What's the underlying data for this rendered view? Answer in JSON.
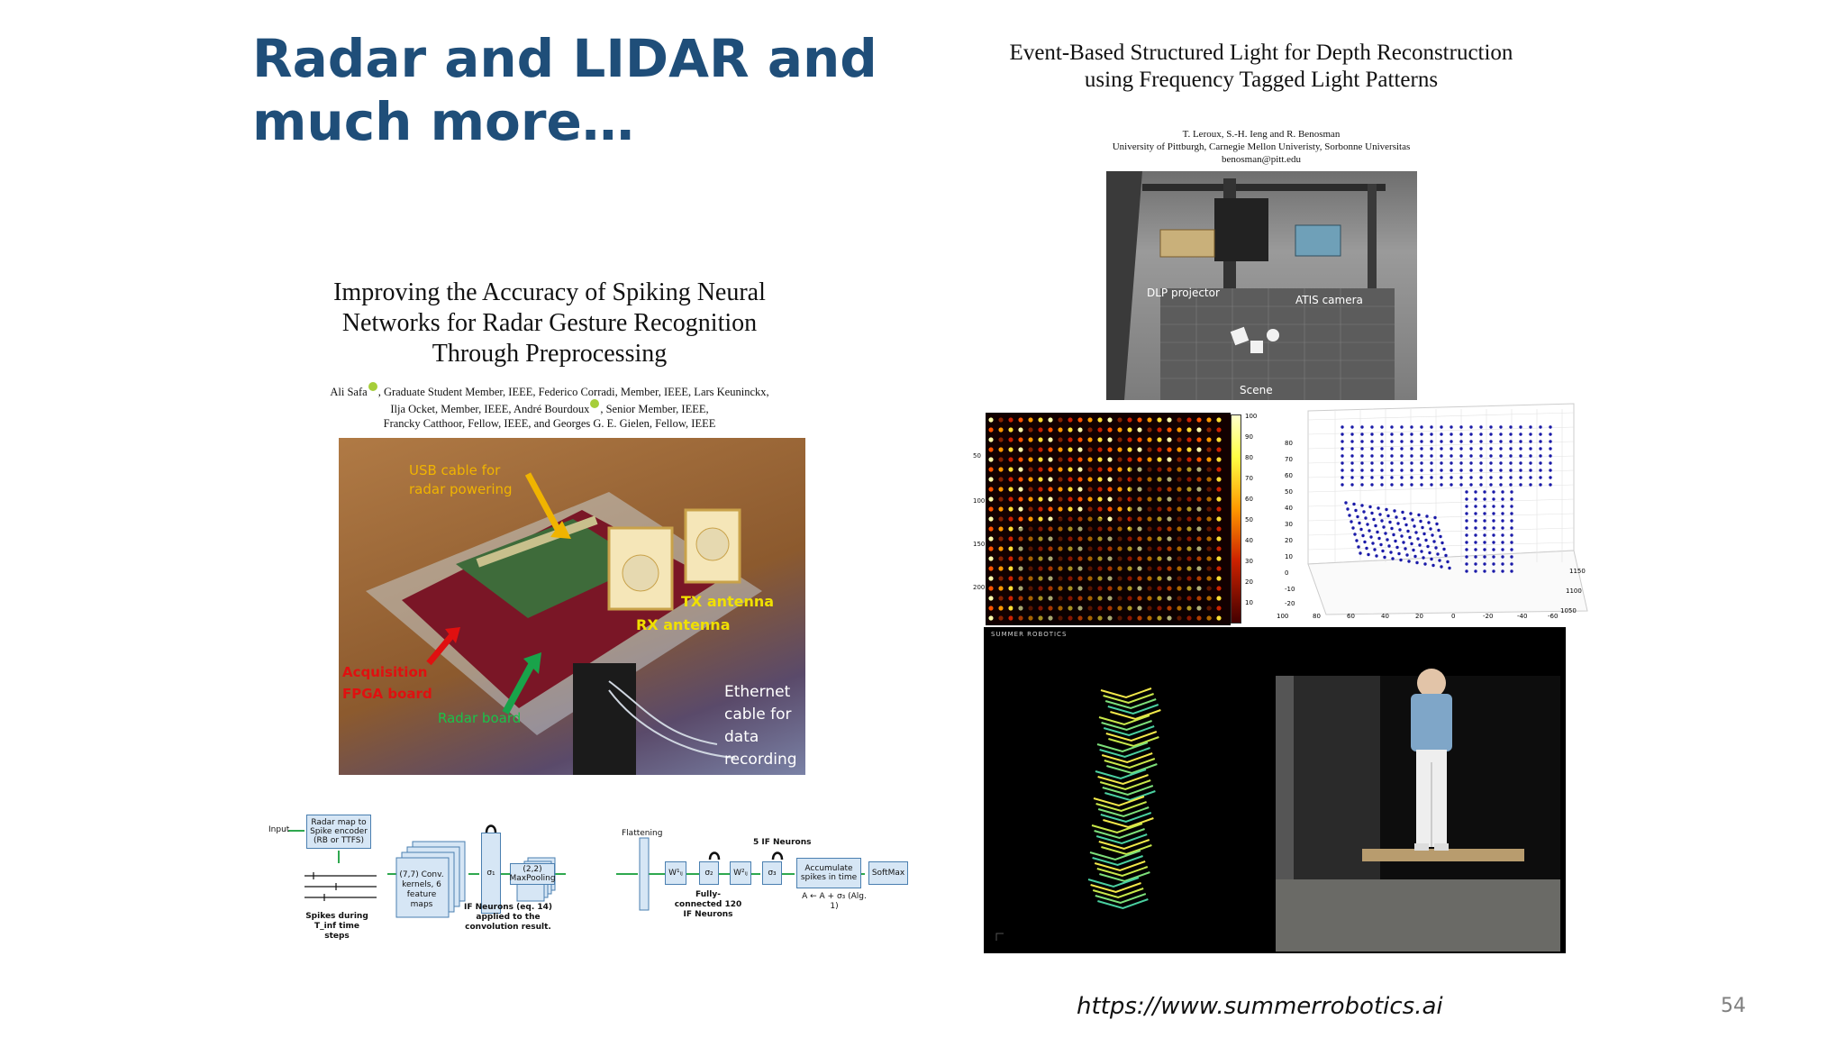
{
  "slide": {
    "title": "Radar and LIDAR and much more…",
    "footer_url": "https://www.summerrobotics.ai",
    "page_number": "54",
    "title_color": "#1f4e79"
  },
  "right_paper": {
    "title": "Event-Based Structured Light for Depth Reconstruction using Frequency Tagged Light Patterns",
    "authors": "T. Leroux, S.-H. Ieng and R. Benosman",
    "affiliation": "University of Pittburgh, Carnegie Mellon Univeristy, Sorbonne Universitas",
    "email": "benosman@pitt.edu",
    "setup_photo_labels": {
      "projector": "DLP projector",
      "camera": "ATIS camera",
      "scene": "Scene"
    },
    "heatmap": {
      "y_ticks": [
        "50",
        "100",
        "150",
        "200"
      ],
      "colorbar_ticks": [
        "100",
        "90",
        "80",
        "70",
        "60",
        "50",
        "40",
        "30",
        "20",
        "10"
      ]
    },
    "scatter3d": {
      "z_ticks": [
        "80",
        "70",
        "60",
        "50",
        "40",
        "30",
        "20",
        "10",
        "0",
        "-10",
        "-20"
      ],
      "x_ticks": [
        "100",
        "80",
        "60",
        "40",
        "20",
        "0",
        "-20",
        "-40",
        "-60"
      ],
      "y_ticks": [
        "1150",
        "1100",
        "1050"
      ]
    },
    "video_logo": "SUMMER ROBOTICS"
  },
  "left_paper": {
    "title": "Improving the Accuracy of Spiking Neural Networks for Radar Gesture Recognition Through Preprocessing",
    "authors_line1_a": "Ali Safa",
    "authors_line1_b": ", Graduate Student Member, IEEE, Federico Corradi, Member, IEEE, Lars Keuninckx,",
    "authors_line2_a": "Ilja Ocket, Member, IEEE, André Bourdoux",
    "authors_line2_b": ", Senior Member, IEEE,",
    "authors_line3": "Francky Catthoor, Fellow, IEEE, and Georges G. E. Gielen, Fellow, IEEE",
    "photo_labels": {
      "usb": "USB cable for radar powering",
      "tx": "TX antenna",
      "rx": "RX antenna",
      "acquisition": "Acquisition FPGA board",
      "radar_board": "Radar board",
      "ethernet": "Ethernet cable for data recording"
    },
    "network": {
      "input": "Input",
      "encoder": "Radar map to Spike encoder (RB or TTFS)",
      "conv": "(7,7) Conv. kernels, 6 feature maps",
      "sigma1": "σ₁",
      "maxpool": "(2,2) MaxPooling",
      "flattening": "Flattening",
      "w1": "W¹ᵢⱼ",
      "sigma2": "σ₂",
      "w2": "W²ᵢⱼ",
      "sigma3": "σ₃",
      "five_if": "5 IF Neurons",
      "accumulate": "Accumulate spikes in time",
      "softmax": "SoftMax",
      "fc_note": "Fully-connected 120 IF Neurons",
      "acc_note": "A ← A + σ₃ (Alg. 1)",
      "if_note": "IF Neurons (eq. 14) applied to the convolution result.",
      "spikes_note": "Spikes during T_inf time steps"
    }
  }
}
